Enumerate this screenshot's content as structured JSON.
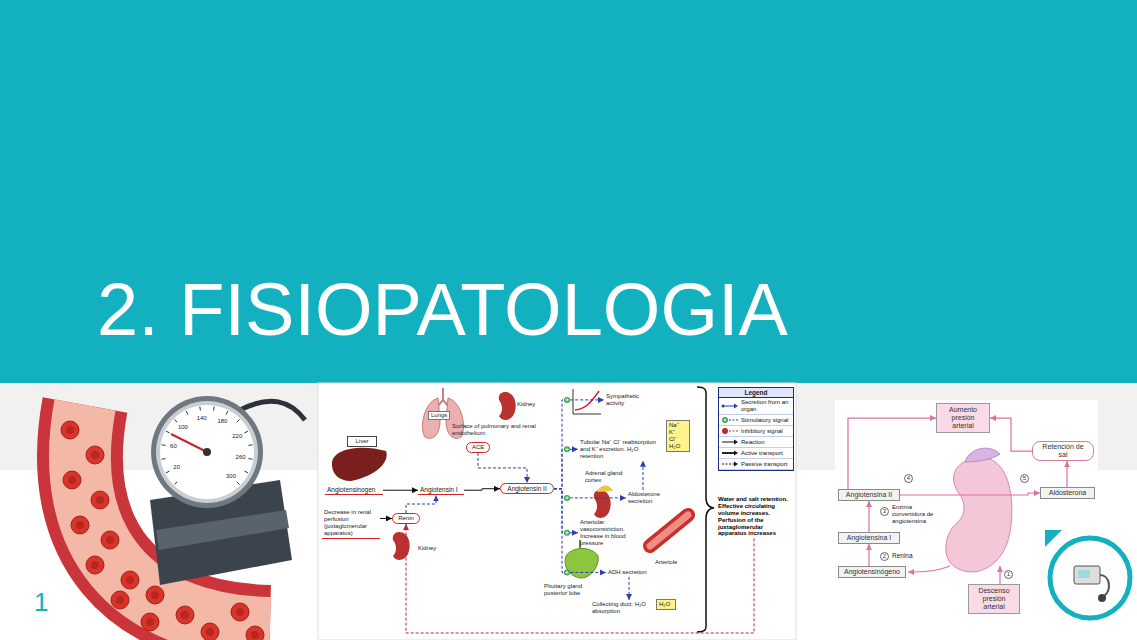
{
  "diagram": {
    "title": "2. FISIOPATOLOGIA",
    "nodes": [
      {
        "text": [
          "Liver"
        ]
      },
      {
        "text": [
          "ACE"
        ]
      },
      {
        "text": [
          "Angiotensinogen"
        ]
      },
      {
        "text": [
          "Angiotensin I"
        ]
      },
      {
        "text": [
          "Angiotensin II"
        ]
      },
      {
        "text": [
          "Decrease in renal perfusion (juxtaglomerular apparatus)"
        ]
      },
      {
        "text": [
          "Renin"
        ]
      },
      {
        "text": [
          "Sympathetic activity"
        ]
      },
      {
        "text": [
          "Tubular Na⁺ Cl⁻ reabsorption and K⁺ excretion. H₂O retention"
        ]
      },
      {
        "text": [
          "Na⁺",
          "K⁺",
          "Cl⁻",
          "H₂O"
        ]
      },
      {
        "text": [
          "Aldosterone secretion"
        ]
      },
      {
        "text": [
          "Arteriolar vasoconstriction. Increase in blood pressure"
        ]
      },
      {
        "text": [
          "ADH secretion"
        ]
      },
      {
        "text": [
          "Collecting duct: H₂O absorption"
        ]
      },
      {
        "text": [
          "H₂O"
        ]
      },
      {
        "text": [
          "Water and salt retention. Effective circulating volume increases. Perfusion of the juxtaglomerular apparatus increases"
        ]
      },
      {
        "text": [
          "Aumento presión arterial"
        ]
      },
      {
        "text": [
          "Retención de sal"
        ]
      },
      {
        "text": [
          "Angiotensina II"
        ]
      },
      {
        "text": [
          "Aldosterona"
        ]
      },
      {
        "text": [
          "Angiotensina I"
        ]
      },
      {
        "text": [
          "Angiotensinógeno"
        ]
      },
      {
        "text": [
          "Descenso presión arterial"
        ]
      }
    ],
    "edges": [
      {
        "from": 2,
        "to": 3,
        "arrow": "to"
      },
      {
        "from": 3,
        "to": 4,
        "arrow": "to"
      },
      {
        "from": 6,
        "to": 3,
        "arrow": "to"
      },
      {
        "from": 1,
        "to": 4,
        "arrow": "to"
      },
      {
        "from": 5,
        "to": 6,
        "arrow": "to"
      },
      {
        "from": 4,
        "to": 7,
        "arrow": "to"
      },
      {
        "from": 4,
        "to": 8,
        "arrow": "to"
      },
      {
        "from": 4,
        "to": 10,
        "arrow": "to"
      },
      {
        "from": 4,
        "to": 11,
        "arrow": "to"
      },
      {
        "from": 4,
        "to": 12,
        "arrow": "to"
      },
      {
        "from": 10,
        "to": 8,
        "arrow": "to"
      },
      {
        "from": 12,
        "to": 13,
        "arrow": "to"
      },
      {
        "from": 15,
        "to": 6,
        "arrow": "to"
      },
      {
        "from": 21,
        "to": 20,
        "arrow": "to"
      },
      {
        "from": 20,
        "to": 18,
        "arrow": "to"
      },
      {
        "from": 18,
        "to": 16,
        "arrow": "to"
      },
      {
        "from": 18,
        "to": 19,
        "arrow": "to"
      },
      {
        "from": 19,
        "to": 17,
        "arrow": "to"
      },
      {
        "from": 17,
        "to": 16,
        "arrow": "to"
      }
    ],
    "labels": [
      "Lungs",
      "Kidney",
      "Surface of pulmonary and renal endothelium:",
      "Kidney",
      "Adrenal gland: cortex",
      "Arteriole",
      "Pituitary gland posterior lobe",
      "Legend",
      "4",
      "3",
      "Enzima convertidora de angiotensina",
      "2",
      "Renina",
      "1",
      "5",
      "20",
      "60",
      "100",
      "140",
      "180",
      "220",
      "260",
      "300",
      "1"
    ],
    "legend": [
      {
        "text": "Secretion from an organ"
      },
      {
        "text": "Stimulatory signal"
      },
      {
        "text": "Inhibitory signal"
      },
      {
        "text": "Reaction"
      },
      {
        "text": "Active transport"
      },
      {
        "text": "Passive transport"
      }
    ]
  }
}
